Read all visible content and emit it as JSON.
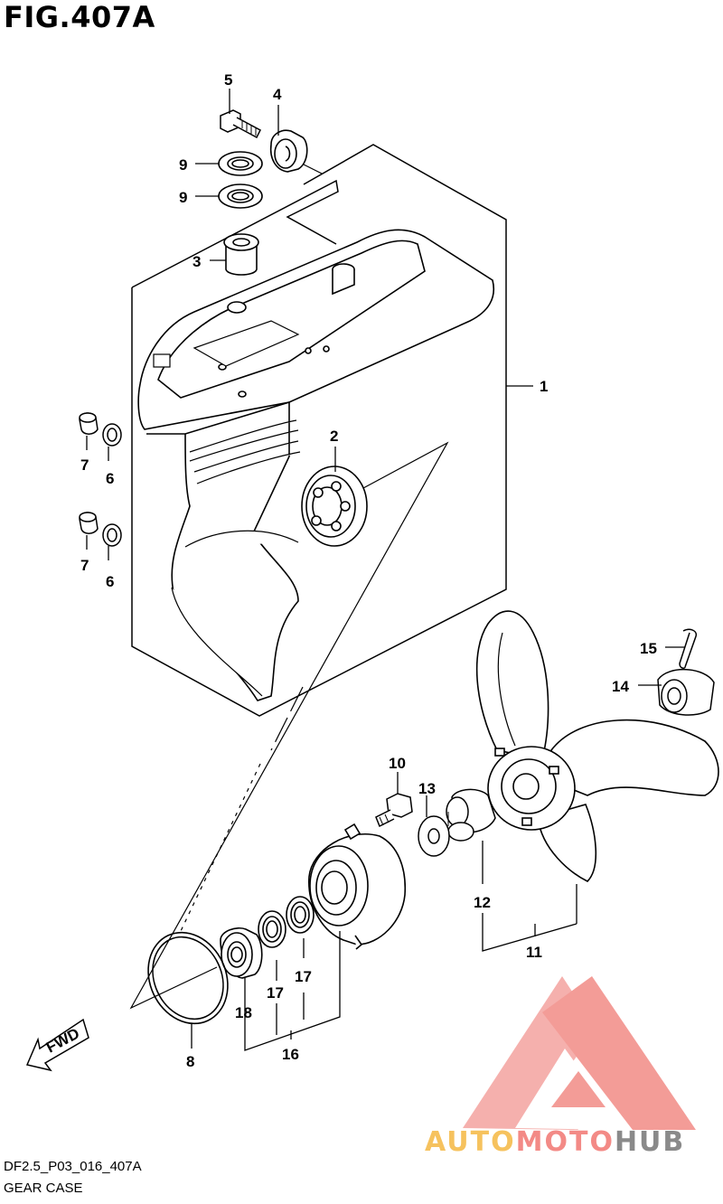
{
  "figure": {
    "title": "FIG.407A",
    "code": "DF2.5_P03_016_407A",
    "name": "GEAR CASE"
  },
  "fwd_label": "FWD",
  "callouts": [
    "1",
    "2",
    "3",
    "4",
    "5",
    "6",
    "6",
    "7",
    "7",
    "8",
    "9",
    "9",
    "10",
    "11",
    "12",
    "13",
    "14",
    "15",
    "16",
    "17",
    "17",
    "18"
  ],
  "watermark": {
    "part1": "AUTO",
    "part2": "MOTO",
    "part3": "HUB",
    "colors": {
      "auto": "#f6c25e",
      "moto": "#f38a86",
      "hub": "#8a8a8a",
      "logo": "#f28b86"
    }
  }
}
